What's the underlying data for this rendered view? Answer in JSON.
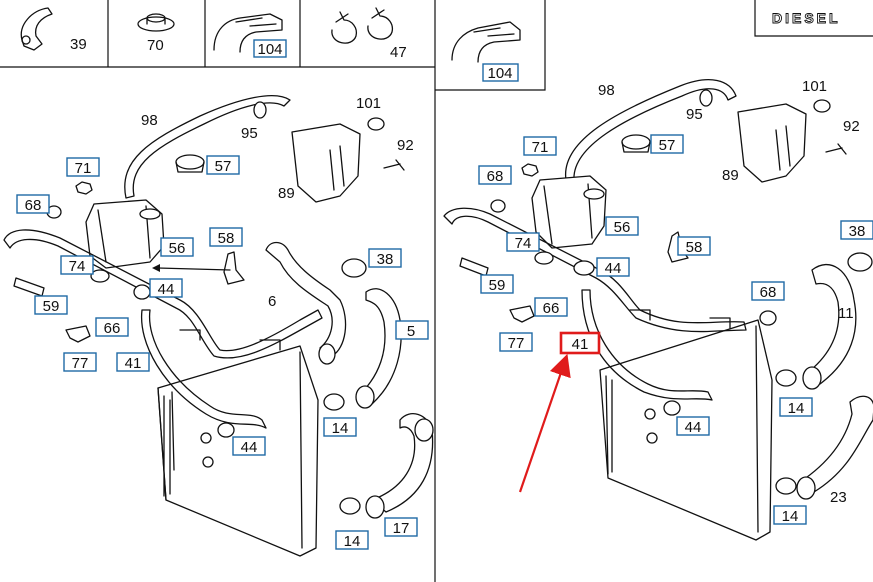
{
  "title_badge": "DIESEL",
  "highlight_color": "#e01b1b",
  "callout_color": "#1f6aa5",
  "thumbnails": [
    {
      "id": "t39",
      "label": "39",
      "boxed": false
    },
    {
      "id": "t70",
      "label": "70",
      "boxed": false
    },
    {
      "id": "t104",
      "label": "104",
      "boxed": true
    },
    {
      "id": "t47",
      "label": "47",
      "boxed": false
    },
    {
      "id": "t104r",
      "label": "104",
      "boxed": true
    }
  ],
  "left_callouts": [
    {
      "label": "98",
      "boxed": false
    },
    {
      "label": "95",
      "boxed": false
    },
    {
      "label": "101",
      "boxed": false
    },
    {
      "label": "92",
      "boxed": false
    },
    {
      "label": "89",
      "boxed": false
    },
    {
      "label": "71",
      "boxed": true
    },
    {
      "label": "57",
      "boxed": true
    },
    {
      "label": "68",
      "boxed": true
    },
    {
      "label": "56",
      "boxed": true
    },
    {
      "label": "58",
      "boxed": true
    },
    {
      "label": "38",
      "boxed": true
    },
    {
      "label": "74",
      "boxed": true
    },
    {
      "label": "44",
      "boxed": true
    },
    {
      "label": "6",
      "boxed": false
    },
    {
      "label": "59",
      "boxed": true
    },
    {
      "label": "66",
      "boxed": true
    },
    {
      "label": "5",
      "boxed": true
    },
    {
      "label": "77",
      "boxed": true
    },
    {
      "label": "41",
      "boxed": true
    },
    {
      "label": "14",
      "boxed": true
    },
    {
      "label": "44",
      "boxed": true
    },
    {
      "label": "17",
      "boxed": true
    },
    {
      "label": "14",
      "boxed": true
    }
  ],
  "right_callouts": [
    {
      "label": "98",
      "boxed": false
    },
    {
      "label": "95",
      "boxed": false
    },
    {
      "label": "101",
      "boxed": false
    },
    {
      "label": "92",
      "boxed": false
    },
    {
      "label": "89",
      "boxed": false
    },
    {
      "label": "71",
      "boxed": true
    },
    {
      "label": "57",
      "boxed": true
    },
    {
      "label": "68",
      "boxed": true
    },
    {
      "label": "56",
      "boxed": true
    },
    {
      "label": "74",
      "boxed": true
    },
    {
      "label": "58",
      "boxed": true
    },
    {
      "label": "44",
      "boxed": true
    },
    {
      "label": "38",
      "boxed": true
    },
    {
      "label": "59",
      "boxed": true
    },
    {
      "label": "66",
      "boxed": true
    },
    {
      "label": "68",
      "boxed": true
    },
    {
      "label": "11",
      "boxed": false
    },
    {
      "label": "77",
      "boxed": true
    },
    {
      "label": "41",
      "boxed": true,
      "highlighted": true
    },
    {
      "label": "14",
      "boxed": true
    },
    {
      "label": "44",
      "boxed": true
    },
    {
      "label": "23",
      "boxed": false
    },
    {
      "label": "14",
      "boxed": true
    }
  ]
}
